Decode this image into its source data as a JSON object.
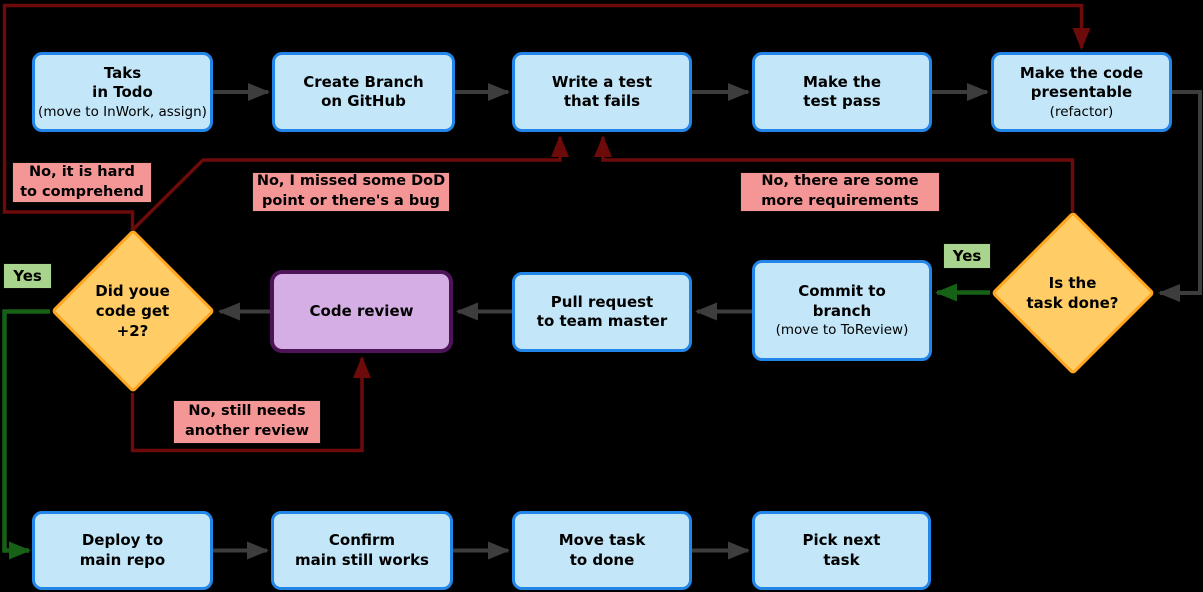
{
  "page": {
    "background": "#000000"
  },
  "palette": {
    "process_fill": "#C3E7F9",
    "process_border": "#2286E8",
    "review_fill": "#D4AEE4",
    "review_border": "#4E1458",
    "decision_fill": "#FFCC66",
    "decision_border": "#FFA51E",
    "no_label_fill": "#F49696",
    "yes_label_fill": "#A9D48D",
    "edge_gray": "#3D3D3D",
    "edge_dark_red": "#6D0A0A",
    "edge_dark_green": "#176117"
  },
  "nodes": {
    "task_todo": {
      "title": "Taks\nin Todo",
      "note": "(move to InWork, assign)"
    },
    "create_branch": {
      "title": "Create Branch\non GitHub"
    },
    "write_test": {
      "title": "Write a test\nthat fails"
    },
    "make_pass": {
      "title": "Make the\ntest pass"
    },
    "presentable": {
      "title": "Make the code\npresentable",
      "note": "(refactor)"
    },
    "commit": {
      "title": "Commit to\nbranch",
      "note": "(move to ToReview)"
    },
    "pull_request": {
      "title": "Pull request\nto team master"
    },
    "code_review": {
      "title": "Code review"
    },
    "deploy": {
      "title": "Deploy to\nmain repo"
    },
    "confirm": {
      "title": "Confirm\nmain still works"
    },
    "move_done": {
      "title": "Move task\nto done"
    },
    "pick_next": {
      "title": "Pick next\ntask"
    }
  },
  "decisions": {
    "task_done": {
      "title": "Is the\ntask done?"
    },
    "code_plus2": {
      "title": "Did youe\ncode get\n+2?"
    }
  },
  "edge_labels": {
    "hard": "No, it is hard\nto comprehend",
    "missed_dod": "No, I missed some DoD\npoint or there's a bug",
    "more_reqs": "No, there are some\nmore requirements",
    "needs_review": "No, still needs\nanother review",
    "yes_plus2": "Yes",
    "yes_task_done": "Yes"
  }
}
